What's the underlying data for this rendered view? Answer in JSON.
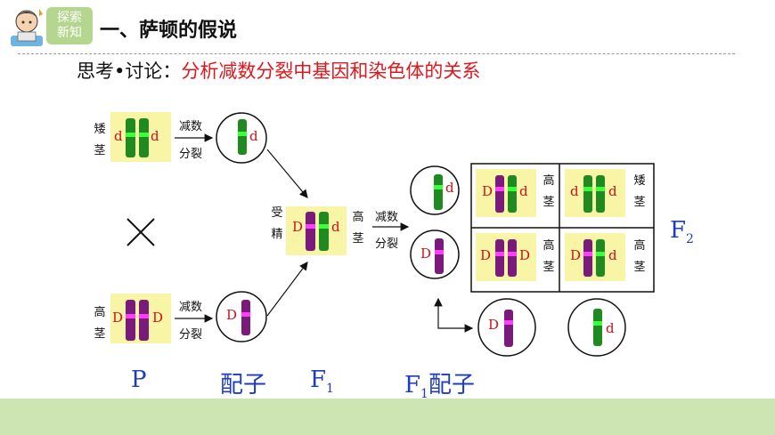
{
  "header": {
    "badge_line1": "探索",
    "badge_line2": "新知",
    "title": "一、萨顿的假说"
  },
  "prompt": {
    "lead": "思考•讨论：",
    "question": "分析减数分裂中基因和染色体的关系"
  },
  "parents": {
    "dwarf_l1": "矮",
    "dwarf_l2": "茎",
    "tall_l1": "高",
    "tall_l2": "茎",
    "dwarf_genes": [
      "d",
      "d"
    ],
    "tall_genes": [
      "D",
      "D"
    ]
  },
  "meiosis": {
    "l1": "减数",
    "l2": "分裂"
  },
  "fertilization": {
    "l1": "受",
    "l2": "精"
  },
  "gametes": {
    "dwarf": "d",
    "tall": "D"
  },
  "f1": {
    "genes": [
      "D",
      "d"
    ],
    "l1": "高",
    "l2": "茎"
  },
  "f1_gametes": [
    "d",
    "D"
  ],
  "f2": {
    "label": "F",
    "label_sub": "2",
    "cells": [
      {
        "genes": [
          "D",
          "d"
        ],
        "l1": "高",
        "l2": "茎"
      },
      {
        "genes": [
          "d",
          "d"
        ],
        "l1": "矮",
        "l2": "茎"
      },
      {
        "genes": [
          "D",
          "D"
        ],
        "l1": "高",
        "l2": "茎"
      },
      {
        "genes": [
          "D",
          "d"
        ],
        "l1": "高",
        "l2": "茎"
      }
    ]
  },
  "bottom_gametes": [
    "D",
    "d"
  ],
  "generation_labels": {
    "p": "P",
    "gamete": "配子",
    "f1": "F",
    "f1_sub": "1",
    "f1_gamete": "F",
    "f1_gamete_sub": "1",
    "f1_gamete_suffix": "配子"
  },
  "colors": {
    "dominant": "#7a1a7a",
    "recessive": "#1f8a1f",
    "dominant_band": "#ff3cff",
    "recessive_band": "#3cff3c",
    "gene_label": "#d0101a",
    "highlight": "#f8f5a6",
    "generation_label": "#1f3cbf",
    "footer": "#cde4b3"
  }
}
